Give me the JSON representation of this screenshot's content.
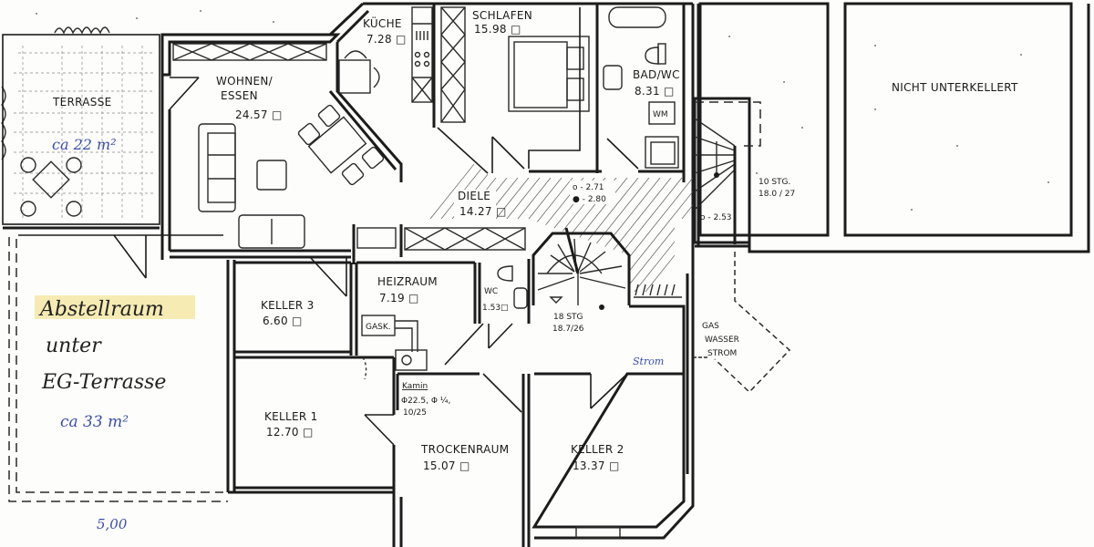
{
  "plan": {
    "type": "basement-floor-plan",
    "ink_color": "#1c1c1c",
    "annotation_blue": "#3a4ea8",
    "highlight_yellow": "#f3e7a6",
    "area_unit_symbol": "□"
  },
  "rooms": {
    "terrasse": {
      "name": "TERRASSE",
      "note": "ca 22 m²"
    },
    "wohnen": {
      "name_line1": "WOHNEN/",
      "name_line2": "ESSEN",
      "area": "24.57"
    },
    "kueche": {
      "name": "KÜCHE",
      "area": "7.28"
    },
    "schlafen": {
      "name": "SCHLAFEN",
      "area": "15.98"
    },
    "bad": {
      "name": "BAD/WC",
      "area": "8.31",
      "appliance": "WM"
    },
    "diele": {
      "name": "DIELE",
      "area": "14.27",
      "level_open": "o - 2.71",
      "level_filled": "● - 2.80"
    },
    "stair_right": {
      "steps": "10 STG.",
      "ratio": "18.0 / 27",
      "level": "o - 2.53"
    },
    "nicht_unterkellert": {
      "name": "NICHT UNTERKELLERT"
    },
    "keller3": {
      "name": "KELLER 3",
      "area": "6.60"
    },
    "heizraum": {
      "name": "HEIZRAUM",
      "area": "7.19",
      "gask": "GASK."
    },
    "wc": {
      "name": "WC",
      "area": "1.53"
    },
    "stair_main": {
      "steps": "18 STG",
      "ratio": "18.7/26",
      "note": "Strom"
    },
    "keller1": {
      "name": "KELLER 1",
      "area": "12.70"
    },
    "kamin": {
      "title": "Kamin",
      "line1": "Φ22.5, Φ ¼,",
      "line2": "10/25"
    },
    "trockenraum": {
      "name": "TROCKENRAUM",
      "area": "15.07"
    },
    "keller2": {
      "name": "KELLER 2",
      "area": "13.37"
    },
    "utilities": {
      "line1": "GAS",
      "line2": "WASSER",
      "line3": "STROM"
    },
    "abstellraum": {
      "line1": "Abstellraum",
      "line2": "unter",
      "line3": "EG-Terrasse",
      "area_note": "ca 33 m²",
      "dimension": "5,00"
    }
  }
}
